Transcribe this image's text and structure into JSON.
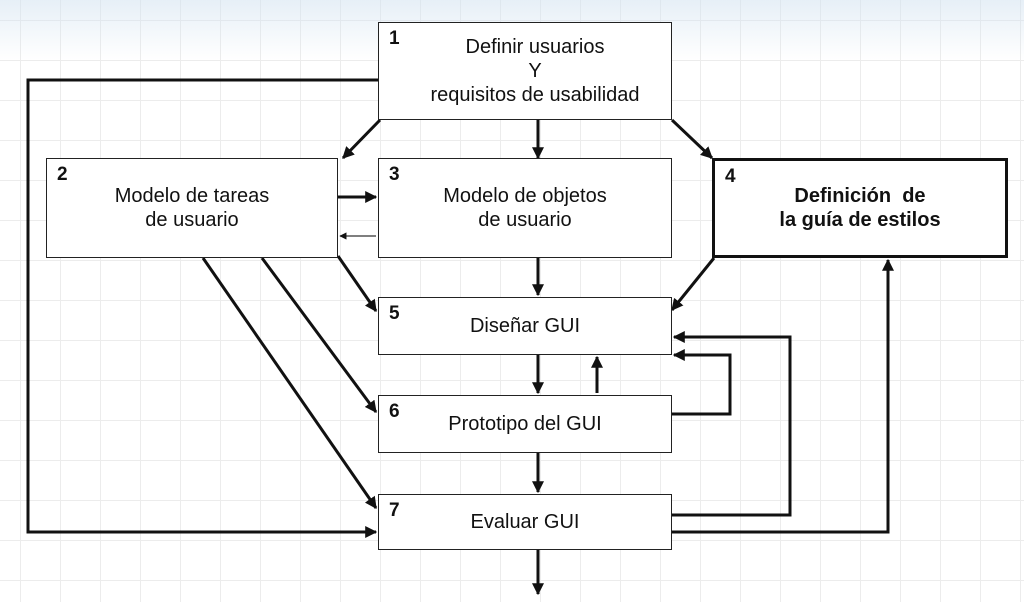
{
  "boxes": {
    "b1": {
      "number": "1",
      "line1": "Definir usuarios",
      "line2": "Y",
      "line3": "requisitos de usabilidad"
    },
    "b2": {
      "number": "2",
      "line1": "Modelo de tareas",
      "line2": "de usuario"
    },
    "b3": {
      "number": "3",
      "line1": "Modelo de objetos",
      "line2": "de usuario"
    },
    "b4": {
      "number": "4",
      "line1": "Definición  de",
      "line2": "la guía de estilos"
    },
    "b5": {
      "number": "5",
      "line1": "Diseñar GUI"
    },
    "b6": {
      "number": "6",
      "line1": "Prototipo del GUI"
    },
    "b7": {
      "number": "7",
      "line1": "Evaluar GUI"
    }
  },
  "colors": {
    "stroke": "#111111",
    "box_fill": "#ffffff",
    "grid": "#ececec"
  }
}
